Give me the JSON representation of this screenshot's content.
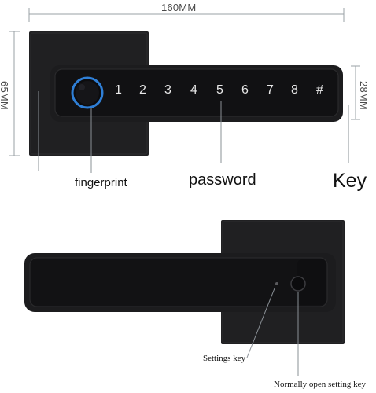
{
  "dimensions": {
    "width_label": "160MM",
    "height_label": "65MM",
    "handle_label": "28MM"
  },
  "keypad": {
    "keys": [
      "1",
      "2",
      "3",
      "4",
      "5",
      "6",
      "7",
      "8",
      "#"
    ]
  },
  "callouts": {
    "fingerprint": "fingerprint",
    "password": "password",
    "key": "Key",
    "settings_key": "Settings key",
    "normally_open": "Normally open setting key"
  },
  "colors": {
    "lock_body": "#1c1c1e",
    "backplate": "#202022",
    "sensor_ring": "#2f7fd6",
    "dimension_line": "#9aa0a6"
  }
}
